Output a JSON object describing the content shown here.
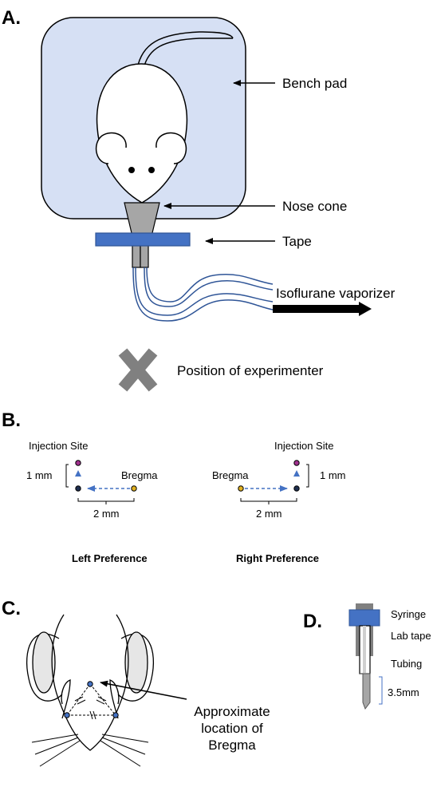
{
  "panels": {
    "a": "A.",
    "b": "B.",
    "c": "C.",
    "d": "D."
  },
  "panel_a": {
    "bench_pad": "Bench pad",
    "nose_cone": "Nose cone",
    "tape": "Tape",
    "vaporizer": "Isoflurane vaporizer",
    "experimenter": "Position of experimenter"
  },
  "panel_b": {
    "left": {
      "injection": "Injection Site",
      "bregma": "Bregma",
      "vertical": "1 mm",
      "horizontal": "2 mm",
      "caption": "Left Preference"
    },
    "right": {
      "injection": "Injection Site",
      "bregma": "Bregma",
      "vertical": "1 mm",
      "horizontal": "2 mm",
      "caption": "Right Preference"
    }
  },
  "panel_c": {
    "line1": "Approximate",
    "line2": "location of",
    "line3": "Bregma"
  },
  "panel_d": {
    "syringe": "Syringe",
    "lab_tape": "Lab tape",
    "tubing": "Tubing",
    "length": "3.5mm"
  },
  "colors": {
    "pad": "#d6e0f4",
    "tape": "#4472c4",
    "cone": "#a6a6a6",
    "tube": "#2f5597",
    "injection": "#a0308e",
    "bregma": "#e0b020",
    "arrow": "#4472c4"
  }
}
